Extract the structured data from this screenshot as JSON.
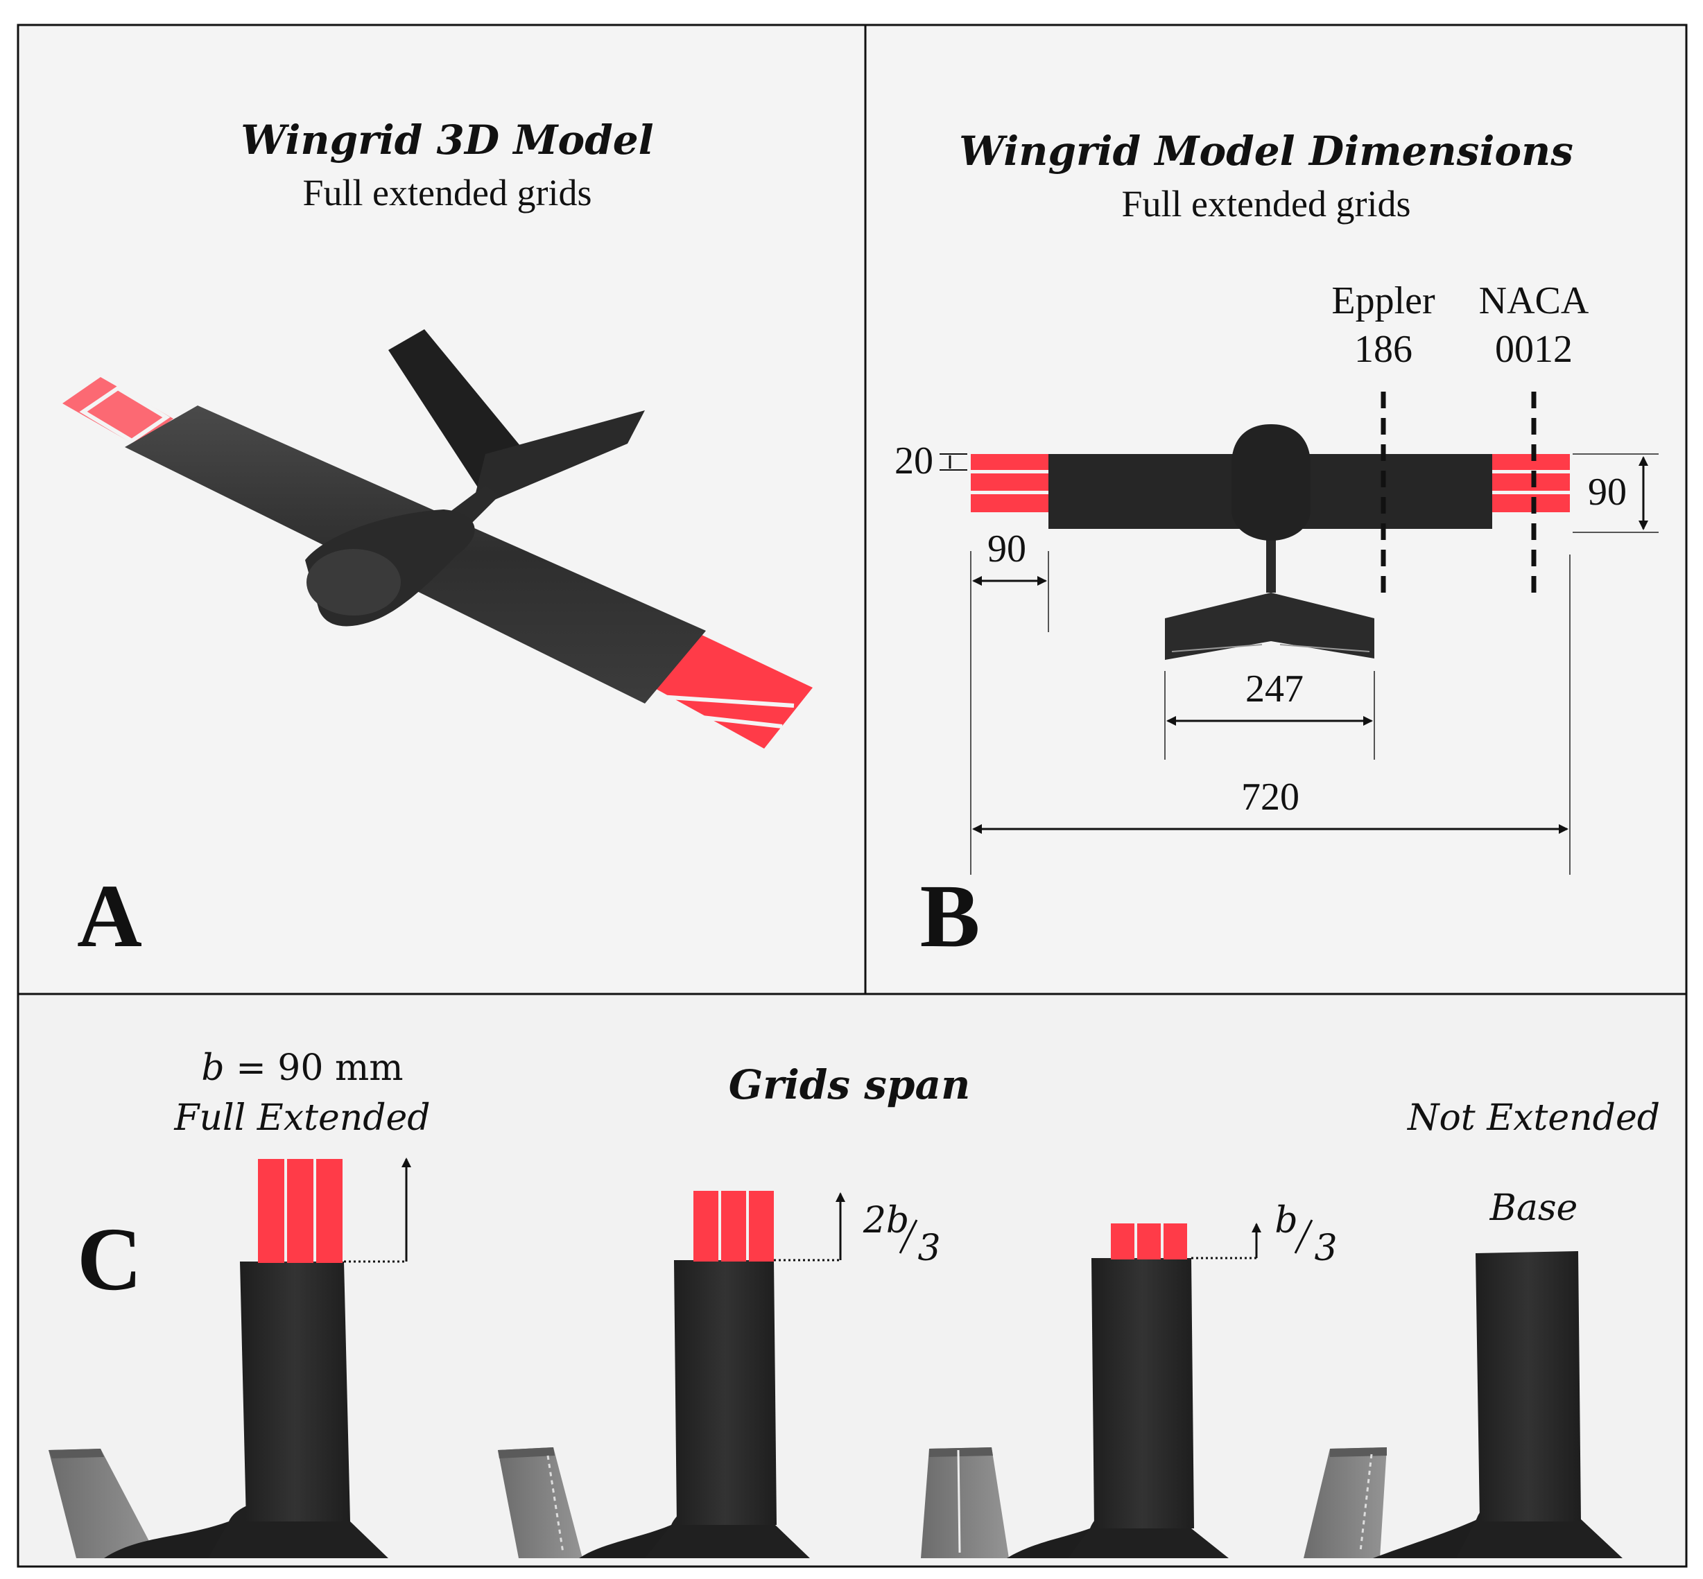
{
  "panel_a": {
    "letter": "A",
    "title": "Wingrid 3D Model",
    "subtitle": "Full extended grids"
  },
  "panel_b": {
    "letter": "B",
    "title": "Wingrid Model Dimensions",
    "subtitle": "Full extended grids",
    "airfoil_1": [
      "Eppler",
      "186"
    ],
    "airfoil_2": [
      "NACA",
      "0012"
    ],
    "dim_grid_spacing": "20",
    "dim_grid_length": "90",
    "dim_chord": "90",
    "dim_tail_span": "247",
    "dim_wingspan": "720"
  },
  "panel_c": {
    "letter": "C",
    "title": "Grids span",
    "full_eq": "b = 90 mm",
    "full_label": "Full Extended",
    "two_third_num": "2b",
    "two_third_den": "3",
    "one_third_num": "b",
    "one_third_den": "3",
    "not_extended": "Not Extended",
    "base": "Base"
  },
  "colors": {
    "grid_red": "#ff3b48",
    "body_dark": "#262626",
    "tail_grey": "#7d7d7d",
    "panel_bg": "#f4f4f4"
  }
}
